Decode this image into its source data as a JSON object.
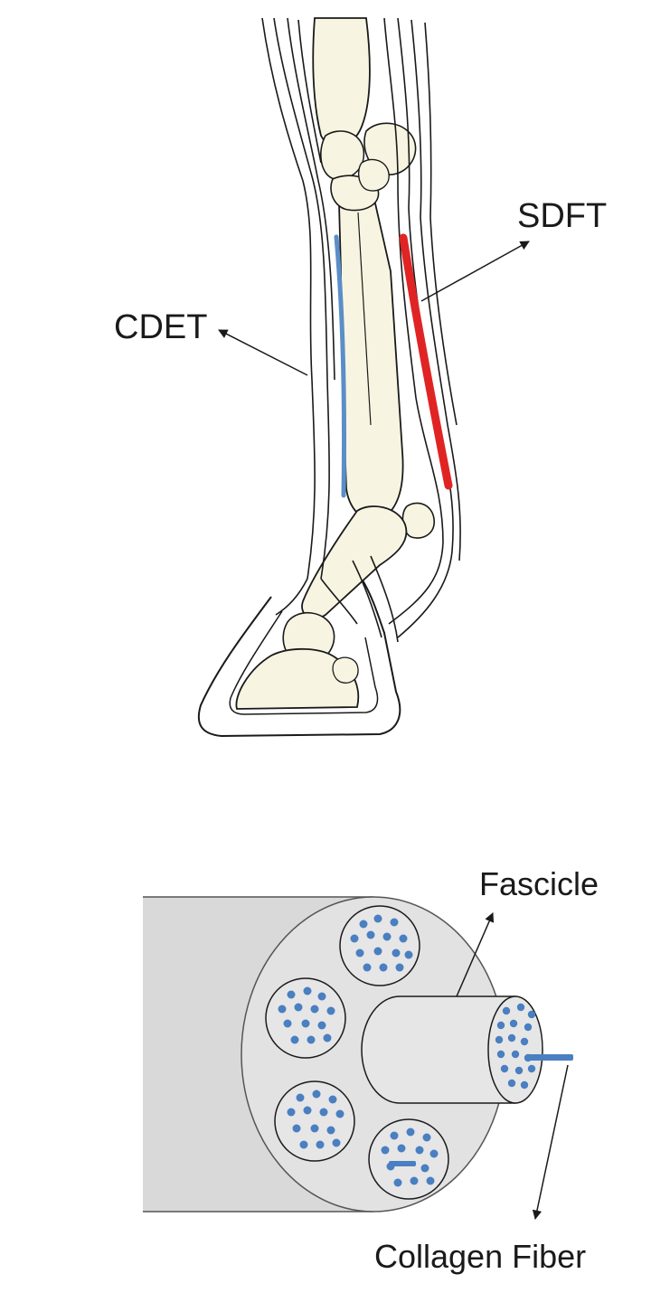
{
  "labels": {
    "sdft": "SDFT",
    "cdet": "CDET",
    "fascicle": "Fascicle",
    "collagen_fiber": "Collagen Fiber"
  },
  "colors": {
    "sdft_tendon": "#e02424",
    "cdet_tendon": "#5b8ec9",
    "bone": "#f7f5e1",
    "outline": "#1a1a1a",
    "tendon_body": "#d9d9d9",
    "tendon_face": "#e2e2e2",
    "fascicle_body": "#e6e6e6",
    "fiber_dot": "#4a7fc1"
  }
}
